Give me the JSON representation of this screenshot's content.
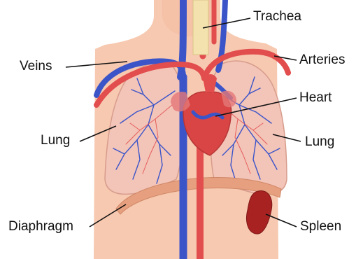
{
  "labels": {
    "trachea": "Trachea",
    "veins": "Veins",
    "arteries": "Arteries",
    "heart": "Heart",
    "lung_left": "Lung",
    "lung_right": "Lung",
    "diaphragm": "Diaphragm",
    "spleen": "Spleen"
  },
  "colors": {
    "skin": "#f7c9b0",
    "skin_dark": "#f1b597",
    "lung": "#f3c4b8",
    "lung_edge": "#d79c8c",
    "vein": "#3b55c9",
    "artery": "#e24d4d",
    "heart": "#d94545",
    "trachea": "#f3e2ad",
    "spleen": "#a82222",
    "diaphragm": "#e7a07f",
    "leader_line": "#111111"
  }
}
